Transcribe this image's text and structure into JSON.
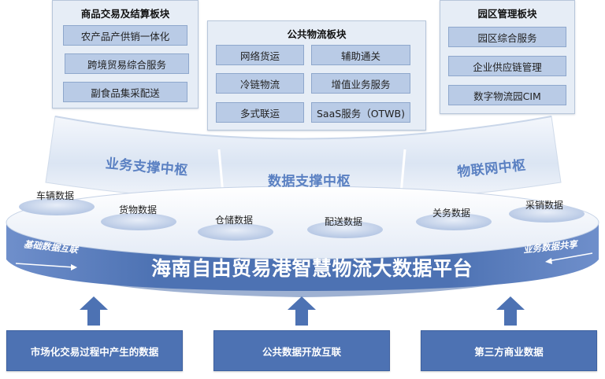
{
  "modules": {
    "trade": {
      "title": "商品交易及结算板块",
      "items": [
        "农产品产供销一体化",
        "跨境贸易综合服务",
        "副食品集采配送"
      ]
    },
    "logistics": {
      "title": "公共物流板块",
      "items": [
        "网络货运",
        "辅助通关",
        "冷链物流",
        "增值业务服务",
        "多式联运",
        "SaaS服务（OTWB)"
      ]
    },
    "park": {
      "title": "园区管理板块",
      "items": [
        "园区综合服务",
        "企业供应链管理",
        "数字物流园CIM"
      ]
    }
  },
  "hubs": [
    "业务支撑中枢",
    "数据支撑中枢",
    "物联网中枢"
  ],
  "data_discs": [
    "车辆数据",
    "货物数据",
    "仓储数据",
    "配送数据",
    "关务数据",
    "采销数据"
  ],
  "platform": {
    "title": "海南自由贸易港智慧物流大数据平台",
    "left_flow": "基础数据互联",
    "right_flow": "业务数据共享"
  },
  "sources": [
    "市场化交易过程中产生的数据",
    "公共数据开放互联",
    "第三方商业数据"
  ],
  "colors": {
    "primary_blue": "#4d72b3",
    "item_fill": "#b9cbe6",
    "panel_fill": "#e6edf6",
    "hub_text": "#5a80c2"
  }
}
